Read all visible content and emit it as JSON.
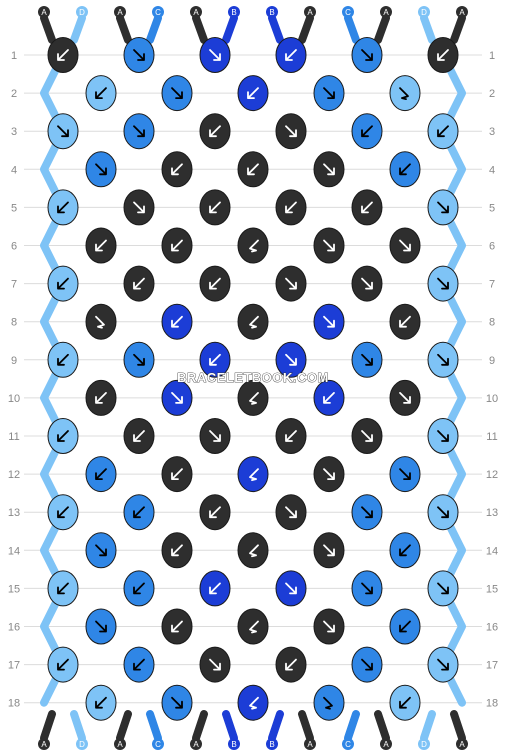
{
  "watermark": "BRACELETBOOK.COM",
  "colors": {
    "A": "#2e2e2e",
    "B": "#1c3dd6",
    "C": "#2f86e6",
    "D": "#7ec3f6",
    "grid": "#dcdcdc",
    "row_label": "#888888",
    "arrow_on_dark": "#ffffff",
    "arrow_on_light": "#000000"
  },
  "strands_top": [
    "A",
    "D",
    "A",
    "C",
    "A",
    "B",
    "B",
    "A",
    "C",
    "A",
    "D",
    "A"
  ],
  "strands_bottom": [
    "A",
    "D",
    "A",
    "C",
    "A",
    "B",
    "B",
    "A",
    "C",
    "A",
    "D",
    "A"
  ],
  "rows": [
    {
      "label": "1",
      "knots": [
        {
          "c": "A",
          "k": "b"
        },
        {
          "c": "C",
          "k": "f"
        },
        {
          "c": "B",
          "k": "f"
        },
        {
          "c": "B",
          "k": "b"
        },
        {
          "c": "C",
          "k": "f"
        },
        {
          "c": "A",
          "k": "b"
        }
      ]
    },
    {
      "label": "2",
      "knots": [
        {
          "c": "D",
          "k": "b"
        },
        {
          "c": "C",
          "k": "f"
        },
        {
          "c": "B",
          "k": "b"
        },
        {
          "c": "C",
          "k": "f"
        },
        {
          "c": "D",
          "k": "fb"
        }
      ]
    },
    {
      "label": "3",
      "knots": [
        {
          "c": "D",
          "k": "f"
        },
        {
          "c": "C",
          "k": "f"
        },
        {
          "c": "A",
          "k": "b"
        },
        {
          "c": "A",
          "k": "f"
        },
        {
          "c": "C",
          "k": "b"
        },
        {
          "c": "D",
          "k": "b"
        }
      ]
    },
    {
      "label": "4",
      "knots": [
        {
          "c": "C",
          "k": "f"
        },
        {
          "c": "A",
          "k": "b"
        },
        {
          "c": "A",
          "k": "b"
        },
        {
          "c": "A",
          "k": "f"
        },
        {
          "c": "C",
          "k": "b"
        }
      ]
    },
    {
      "label": "5",
      "knots": [
        {
          "c": "D",
          "k": "b"
        },
        {
          "c": "A",
          "k": "f"
        },
        {
          "c": "A",
          "k": "b"
        },
        {
          "c": "A",
          "k": "b"
        },
        {
          "c": "A",
          "k": "b"
        },
        {
          "c": "D",
          "k": "f"
        }
      ]
    },
    {
      "label": "6",
      "knots": [
        {
          "c": "A",
          "k": "b"
        },
        {
          "c": "A",
          "k": "b"
        },
        {
          "c": "A",
          "k": "bf"
        },
        {
          "c": "A",
          "k": "f"
        },
        {
          "c": "A",
          "k": "f"
        }
      ]
    },
    {
      "label": "7",
      "knots": [
        {
          "c": "D",
          "k": "b"
        },
        {
          "c": "A",
          "k": "b"
        },
        {
          "c": "A",
          "k": "b"
        },
        {
          "c": "A",
          "k": "f"
        },
        {
          "c": "A",
          "k": "f"
        },
        {
          "c": "D",
          "k": "f"
        }
      ]
    },
    {
      "label": "8",
      "knots": [
        {
          "c": "A",
          "k": "fb"
        },
        {
          "c": "B",
          "k": "b"
        },
        {
          "c": "A",
          "k": "bf"
        },
        {
          "c": "B",
          "k": "f"
        },
        {
          "c": "A",
          "k": "b"
        }
      ]
    },
    {
      "label": "9",
      "knots": [
        {
          "c": "D",
          "k": "b"
        },
        {
          "c": "C",
          "k": "f"
        },
        {
          "c": "B",
          "k": "b"
        },
        {
          "c": "B",
          "k": "f"
        },
        {
          "c": "C",
          "k": "f"
        },
        {
          "c": "D",
          "k": "f"
        }
      ]
    },
    {
      "label": "10",
      "knots": [
        {
          "c": "A",
          "k": "b"
        },
        {
          "c": "B",
          "k": "f"
        },
        {
          "c": "A",
          "k": "bf"
        },
        {
          "c": "B",
          "k": "b"
        },
        {
          "c": "A",
          "k": "f"
        }
      ]
    },
    {
      "label": "11",
      "knots": [
        {
          "c": "D",
          "k": "b"
        },
        {
          "c": "A",
          "k": "b"
        },
        {
          "c": "A",
          "k": "f"
        },
        {
          "c": "A",
          "k": "b"
        },
        {
          "c": "A",
          "k": "f"
        },
        {
          "c": "D",
          "k": "f"
        }
      ]
    },
    {
      "label": "12",
      "knots": [
        {
          "c": "C",
          "k": "b"
        },
        {
          "c": "A",
          "k": "b"
        },
        {
          "c": "B",
          "k": "bf"
        },
        {
          "c": "A",
          "k": "f"
        },
        {
          "c": "C",
          "k": "f"
        }
      ]
    },
    {
      "label": "13",
      "knots": [
        {
          "c": "D",
          "k": "b"
        },
        {
          "c": "C",
          "k": "b"
        },
        {
          "c": "A",
          "k": "b"
        },
        {
          "c": "A",
          "k": "f"
        },
        {
          "c": "C",
          "k": "f"
        },
        {
          "c": "D",
          "k": "f"
        }
      ]
    },
    {
      "label": "14",
      "knots": [
        {
          "c": "C",
          "k": "f"
        },
        {
          "c": "A",
          "k": "b"
        },
        {
          "c": "A",
          "k": "bf"
        },
        {
          "c": "A",
          "k": "f"
        },
        {
          "c": "C",
          "k": "b"
        }
      ]
    },
    {
      "label": "15",
      "knots": [
        {
          "c": "D",
          "k": "b"
        },
        {
          "c": "C",
          "k": "b"
        },
        {
          "c": "B",
          "k": "b"
        },
        {
          "c": "B",
          "k": "f"
        },
        {
          "c": "C",
          "k": "f"
        },
        {
          "c": "D",
          "k": "f"
        }
      ]
    },
    {
      "label": "16",
      "knots": [
        {
          "c": "C",
          "k": "f"
        },
        {
          "c": "A",
          "k": "b"
        },
        {
          "c": "A",
          "k": "bf"
        },
        {
          "c": "A",
          "k": "f"
        },
        {
          "c": "C",
          "k": "b"
        }
      ]
    },
    {
      "label": "17",
      "knots": [
        {
          "c": "D",
          "k": "b"
        },
        {
          "c": "C",
          "k": "b"
        },
        {
          "c": "A",
          "k": "f"
        },
        {
          "c": "A",
          "k": "b"
        },
        {
          "c": "C",
          "k": "f"
        },
        {
          "c": "D",
          "k": "f"
        }
      ]
    },
    {
      "label": "18",
      "knots": [
        {
          "c": "D",
          "k": "b"
        },
        {
          "c": "C",
          "k": "f"
        },
        {
          "c": "B",
          "k": "bf"
        },
        {
          "c": "C",
          "k": "fb"
        },
        {
          "c": "D",
          "k": "b"
        }
      ]
    }
  ]
}
